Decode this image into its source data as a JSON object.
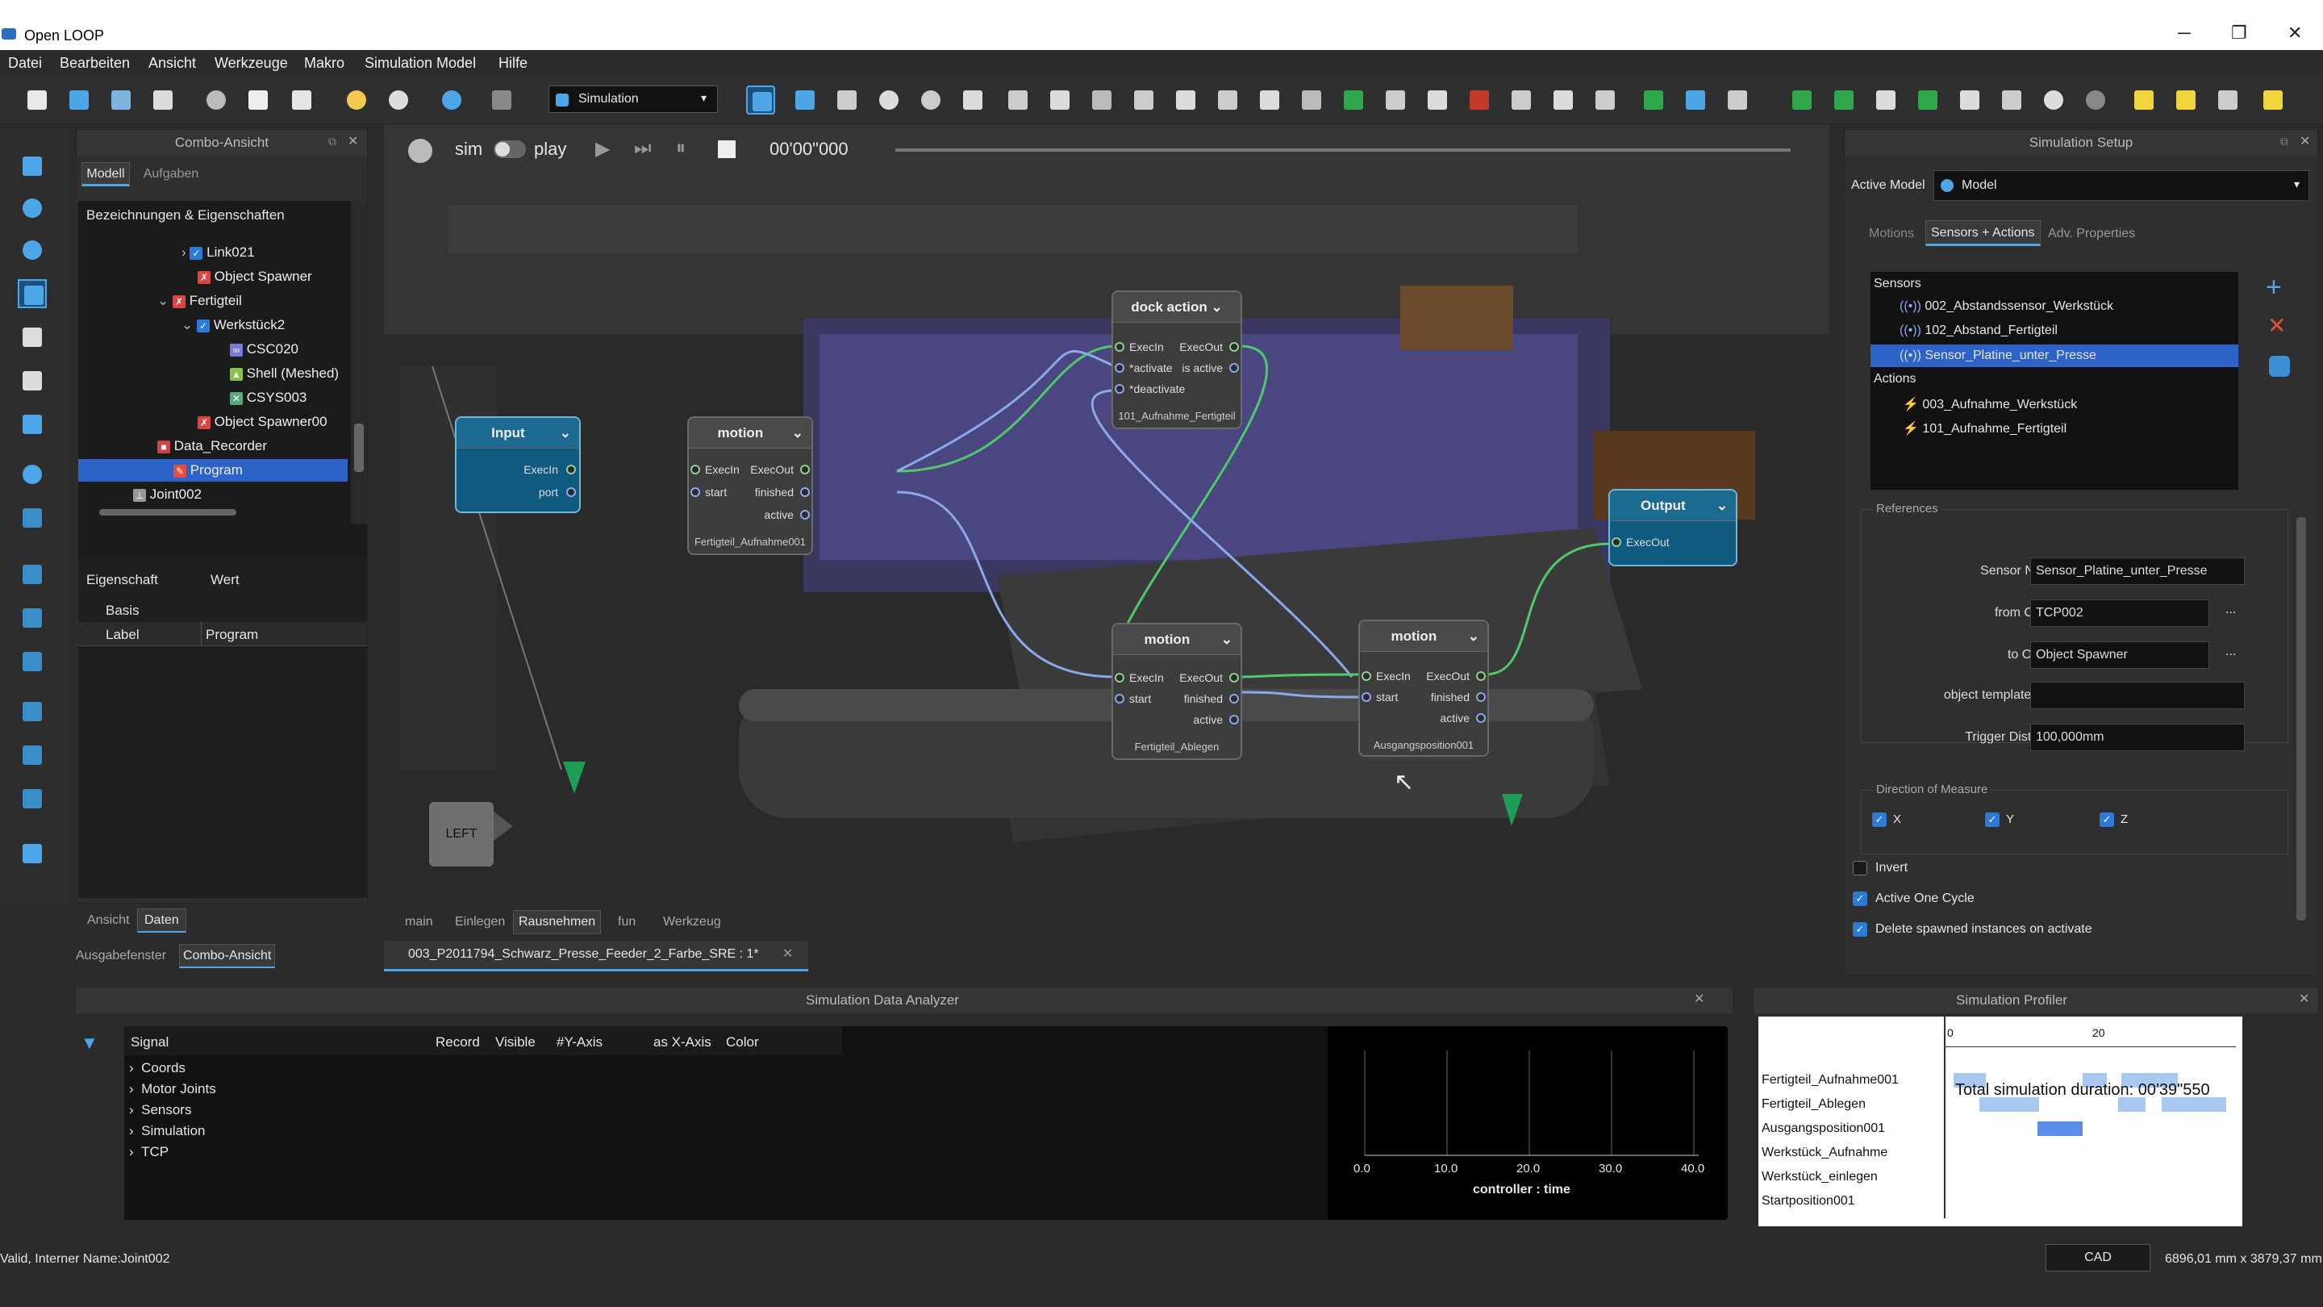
{
  "app": {
    "title": "Open LOOP"
  },
  "menu": [
    "Datei",
    "Bearbeiten",
    "Ansicht",
    "Werkzeuge",
    "Makro",
    "Simulation Model",
    "Hilfe"
  ],
  "toolbar": {
    "workbench_select": "Simulation"
  },
  "combo": {
    "title": "Combo-Ansicht",
    "tabs": [
      "Modell",
      "Aufgaben"
    ],
    "tree_header": "Bezeichnungen & Eigenschaften",
    "tree": [
      "Link021",
      "Object Spawner",
      "Fertigteil",
      "Werkstück2",
      "CSC020",
      "Shell (Meshed)",
      "CSYS003",
      "Object Spawner00",
      "Data_Recorder",
      "Program",
      "Joint002"
    ],
    "prop_headers": [
      "Eigenschaft",
      "Wert"
    ],
    "prop_group": "Basis",
    "prop_key": "Label",
    "prop_val": "Program",
    "bottom_tabs": [
      "Ansicht",
      "Daten"
    ],
    "bottom_tabs2": [
      "Ausgabefenster",
      "Combo-Ansicht"
    ]
  },
  "sim_controls": {
    "sim": "sim",
    "play": "play",
    "time": "00'00\"000"
  },
  "nodes": {
    "input": {
      "title": "Input",
      "ports": [
        "ExecIn",
        "port"
      ]
    },
    "motion1": {
      "title": "motion",
      "in": [
        "ExecIn",
        "start"
      ],
      "out": [
        "ExecOut",
        "finished",
        "active"
      ],
      "foot": "Fertigteil_Aufnahme001"
    },
    "dock": {
      "title": "dock action",
      "in": [
        "ExecIn",
        "*activate",
        "*deactivate"
      ],
      "out": [
        "ExecOut",
        "is active"
      ],
      "foot": "101_Aufnahme_Fertigteil"
    },
    "motion2": {
      "title": "motion",
      "in": [
        "ExecIn",
        "start"
      ],
      "out": [
        "ExecOut",
        "finished",
        "active"
      ],
      "foot": "Fertigteil_Ablegen"
    },
    "motion3": {
      "title": "motion",
      "in": [
        "ExecIn",
        "start"
      ],
      "out": [
        "ExecOut",
        "finished",
        "active"
      ],
      "foot": "Ausgangsposition001"
    },
    "output": {
      "title": "Output",
      "ports": [
        "ExecOut"
      ]
    }
  },
  "view_tabs": [
    "main",
    "Einlegen",
    "Rausnehmen",
    "fun",
    "Werkzeug"
  ],
  "doc_tab": "003_P2011794_Schwarz_Presse_Feeder_2_Farbe_SRE : 1*",
  "setup": {
    "title": "Simulation Setup",
    "active_model_label": "Active Model",
    "active_model": "Model",
    "tabs": [
      "Motions",
      "Sensors + Actions",
      "Adv. Properties"
    ],
    "sensors_label": "Sensors",
    "sensors": [
      "002_Abstandssensor_Werkstück",
      "102_Abstand_Fertigteil",
      "Sensor_Platine_unter_Presse"
    ],
    "actions_label": "Actions",
    "actions": [
      "003_Aufnahme_Werkstück",
      "101_Aufnahme_Fertigteil"
    ],
    "references": "References",
    "fields": [
      {
        "label": "Sensor Name",
        "value": "Sensor_Platine_unter_Presse"
      },
      {
        "label": "from CSYS",
        "value": "TCP002"
      },
      {
        "label": "to Object",
        "value": "Object Spawner"
      },
      {
        "label": "object template filter",
        "value": ""
      },
      {
        "label": "Trigger Distance",
        "value": "100,000mm"
      }
    ],
    "direction": "Direction of Measure",
    "axes": [
      "X",
      "Y",
      "Z"
    ],
    "invert": "Invert",
    "active_one_cycle": "Active One Cycle",
    "delete_spawned": "Delete spawned instances on activate"
  },
  "analyzer": {
    "title": "Simulation Data Analyzer",
    "cols": [
      "Signal",
      "Record",
      "Visible",
      "#Y-Axis",
      "as X-Axis",
      "Color"
    ],
    "rows": [
      "Coords",
      "Motor Joints",
      "Sensors",
      "Simulation",
      "TCP"
    ],
    "ticks": [
      "0.0",
      "10.0",
      "20.0",
      "30.0",
      "40.0"
    ],
    "xlabel": "controller : time"
  },
  "profiler": {
    "title": "Simulation Profiler",
    "rows": [
      "Fertigteil_Aufnahme001",
      "Fertigteil_Ablegen",
      "Ausgangsposition001",
      "Werkstück_Aufnahme",
      "Werkstück_einlegen",
      "Startposition001"
    ],
    "ticks": [
      "0",
      "20"
    ],
    "total": "Total simulation duration: 00'39\"550"
  },
  "status": {
    "left": "Valid, Interner Name:Joint002",
    "cad": "CAD",
    "dims": "6896,01 mm x 3879,37 mm"
  }
}
